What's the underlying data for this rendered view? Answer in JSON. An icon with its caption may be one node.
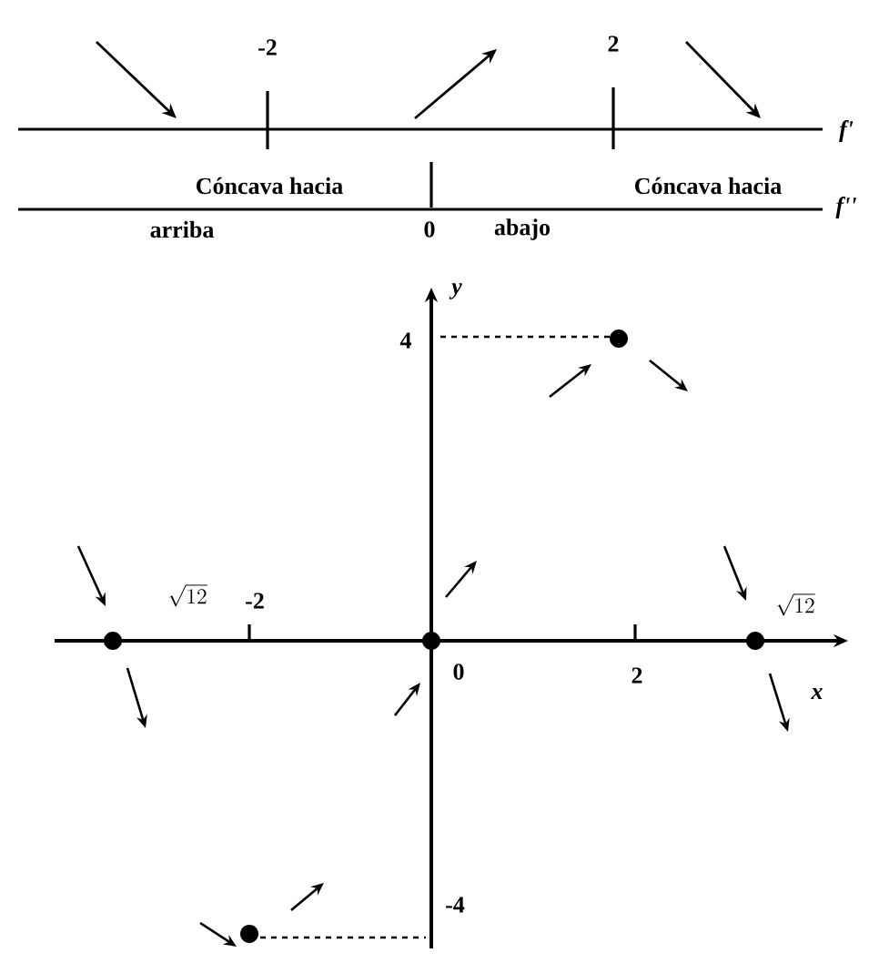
{
  "diagram": {
    "labels": [
      "-2",
      "2",
      "f'",
      "Cóncava hacia",
      "Cóncava hacia",
      "f''",
      "arriba",
      "0",
      "abajo",
      "y",
      "4",
      "\\sqrt{12}",
      "-2",
      "0",
      "2",
      "\\sqrt{12}",
      "x",
      "-4"
    ]
  }
}
